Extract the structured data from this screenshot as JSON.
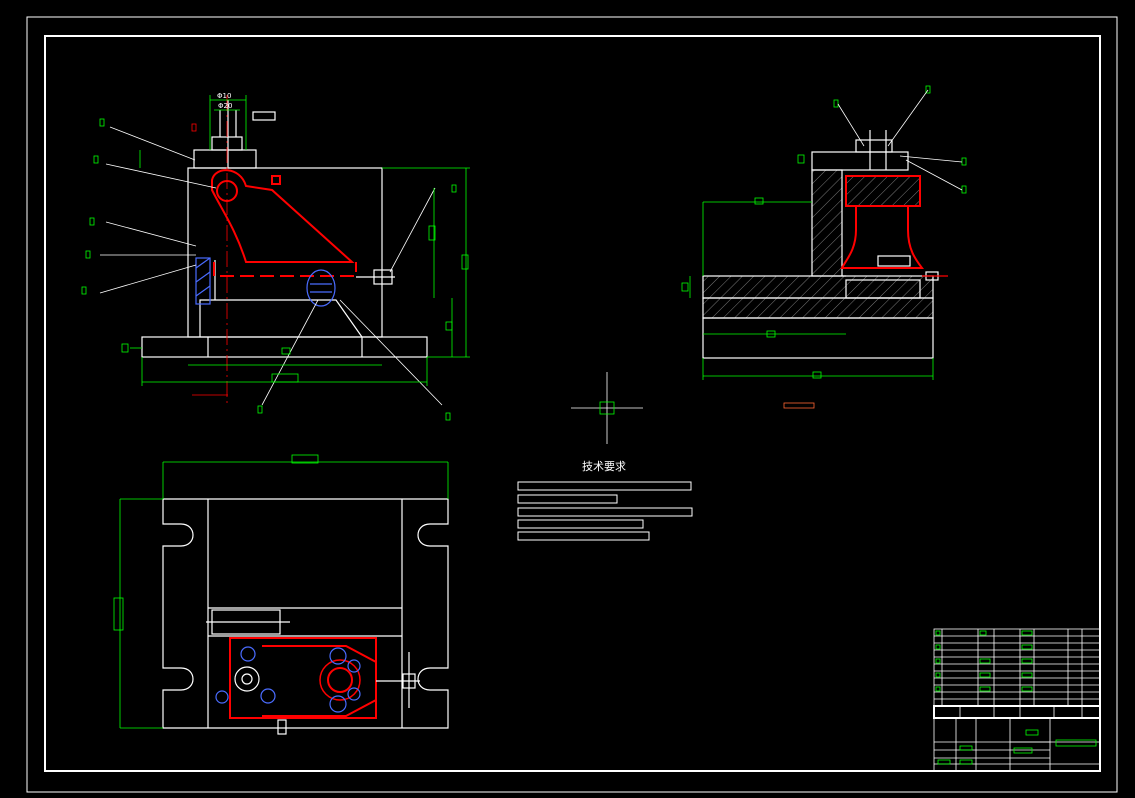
{
  "drawing": {
    "tech_requirements_title": "技术要求",
    "dimension_phi": "Φ20",
    "dimension_phi_small": "Φ10"
  },
  "colors": {
    "background": "#000000",
    "frame": "#ffffff",
    "outline": "#ffffff",
    "dimension": "#00ff00",
    "section": "#ff0000",
    "hidden": "#4a6cff",
    "hatch": "#aaaaaa"
  }
}
